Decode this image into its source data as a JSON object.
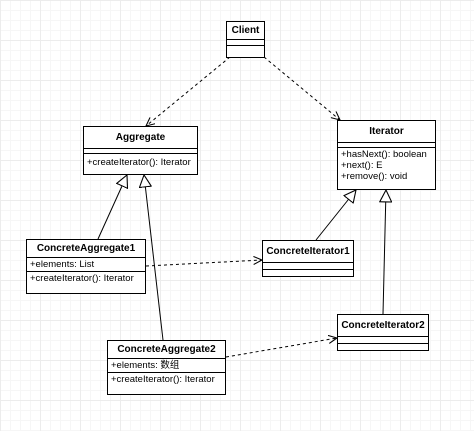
{
  "classes": {
    "client": {
      "name": "Client"
    },
    "aggregate": {
      "name": "Aggregate",
      "methods": [
        "+createIterator(): Iterator"
      ]
    },
    "iterator": {
      "name": "Iterator",
      "methods": [
        "+hasNext(): boolean",
        "+next(): E",
        "+remove(): void"
      ]
    },
    "concrete_aggregate1": {
      "name": "ConcreteAggregate1",
      "attributes": [
        "+elements: List"
      ],
      "methods": [
        "+createIterator(): Iterator"
      ]
    },
    "concrete_iterator1": {
      "name": "ConcreteIterator1"
    },
    "concrete_aggregate2": {
      "name": "ConcreteAggregate2",
      "attributes": [
        "+elements: 数组"
      ],
      "methods": [
        "+createIterator(): Iterator"
      ]
    },
    "concrete_iterator2": {
      "name": "ConcreteIterator2"
    }
  },
  "relationships": [
    {
      "type": "dependency",
      "from": "Client",
      "to": "Aggregate"
    },
    {
      "type": "dependency",
      "from": "Client",
      "to": "Iterator"
    },
    {
      "type": "generalization",
      "from": "ConcreteAggregate1",
      "to": "Aggregate"
    },
    {
      "type": "generalization",
      "from": "ConcreteAggregate2",
      "to": "Aggregate"
    },
    {
      "type": "realization",
      "from": "ConcreteIterator1",
      "to": "Iterator"
    },
    {
      "type": "realization",
      "from": "ConcreteIterator2",
      "to": "Iterator"
    },
    {
      "type": "dependency",
      "from": "ConcreteAggregate1",
      "to": "ConcreteIterator1"
    },
    {
      "type": "dependency",
      "from": "ConcreteAggregate2",
      "to": "ConcreteIterator2"
    }
  ]
}
